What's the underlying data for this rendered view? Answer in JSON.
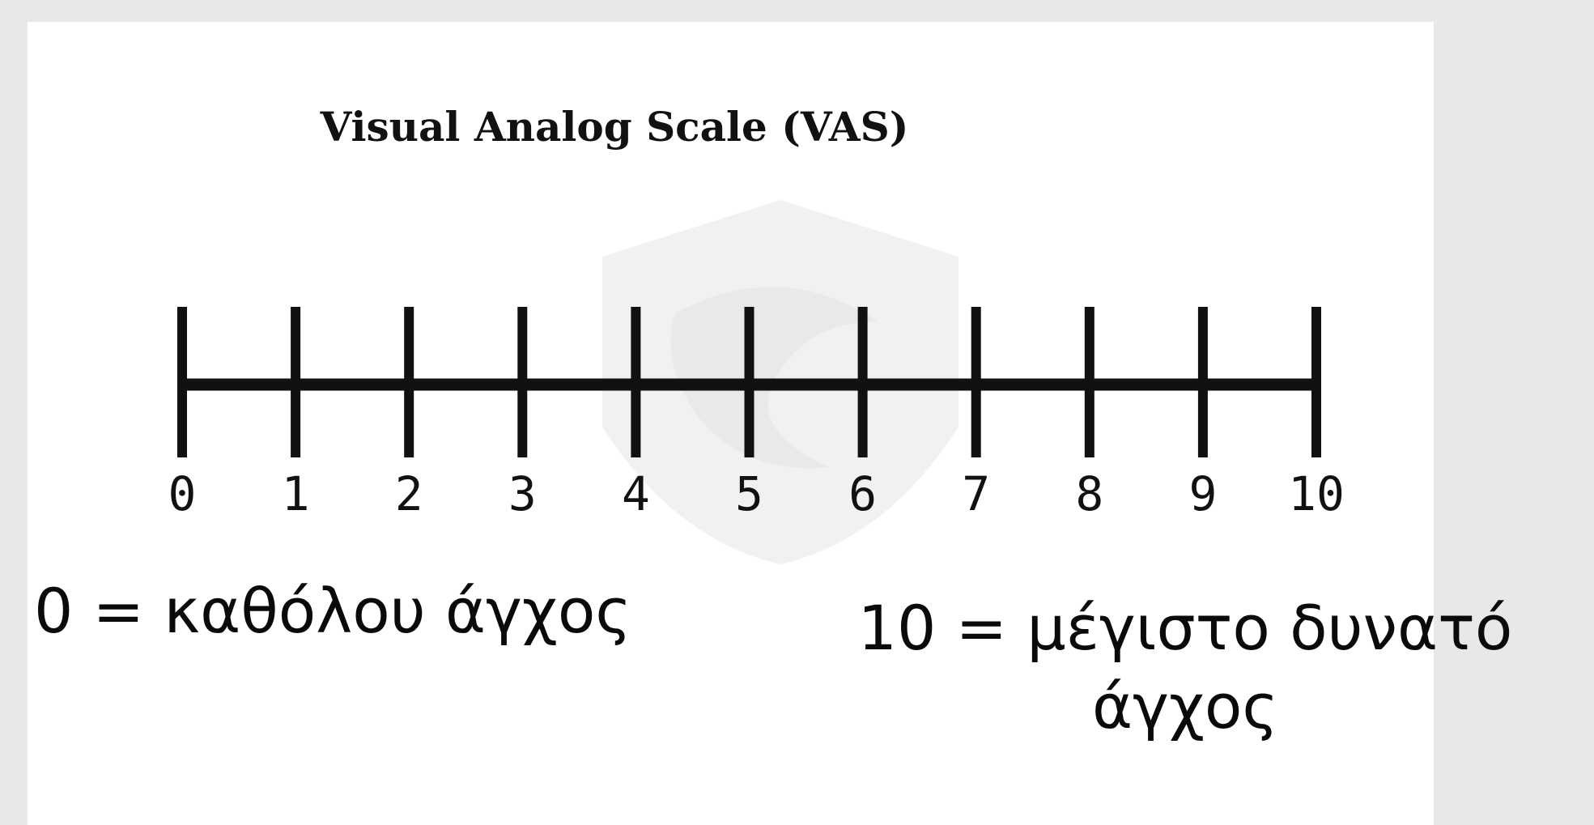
{
  "title": "Visual Analog Scale (VAS)",
  "scale": {
    "min": 0,
    "max": 10,
    "tick_labels": [
      "0",
      "1",
      "2",
      "3",
      "4",
      "5",
      "6",
      "7",
      "8",
      "9",
      "10"
    ]
  },
  "captions": {
    "min_label": "0 = καθόλου άγχος",
    "max_label": "10 = μέγιστο δυνατό άγχος"
  },
  "colors": {
    "page_background": "#e8e8e8",
    "card_background": "#ffffff",
    "line": "#111111",
    "watermark": "#efefef"
  },
  "watermark_icon": "shield-logo-icon"
}
